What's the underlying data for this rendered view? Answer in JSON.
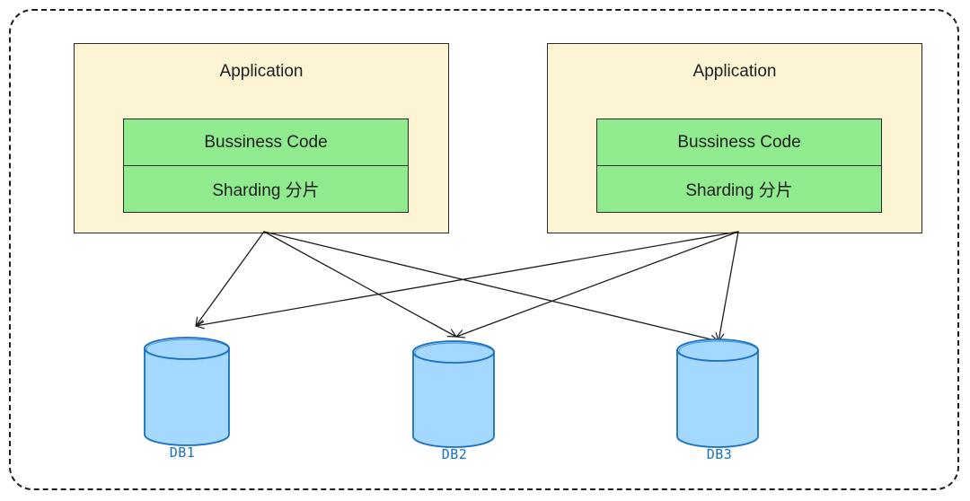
{
  "applications": [
    {
      "title": "Application",
      "business_layer": "Bussiness Code",
      "sharding_layer": "Sharding 分片"
    },
    {
      "title": "Application",
      "business_layer": "Bussiness Code",
      "sharding_layer": "Sharding 分片"
    }
  ],
  "databases": [
    {
      "label": "DB1"
    },
    {
      "label": "DB2"
    },
    {
      "label": "DB3"
    }
  ],
  "colors": {
    "application_fill": "#fdf4d3",
    "layer_fill": "#90ea8e",
    "database_fill": "#a5d8ff",
    "database_stroke": "#1971c2",
    "line": "#1e1e1e"
  },
  "connections": [
    {
      "from": "application-1",
      "to": "DB1"
    },
    {
      "from": "application-1",
      "to": "DB2"
    },
    {
      "from": "application-1",
      "to": "DB3"
    },
    {
      "from": "application-2",
      "to": "DB1"
    },
    {
      "from": "application-2",
      "to": "DB2"
    },
    {
      "from": "application-2",
      "to": "DB3"
    }
  ]
}
